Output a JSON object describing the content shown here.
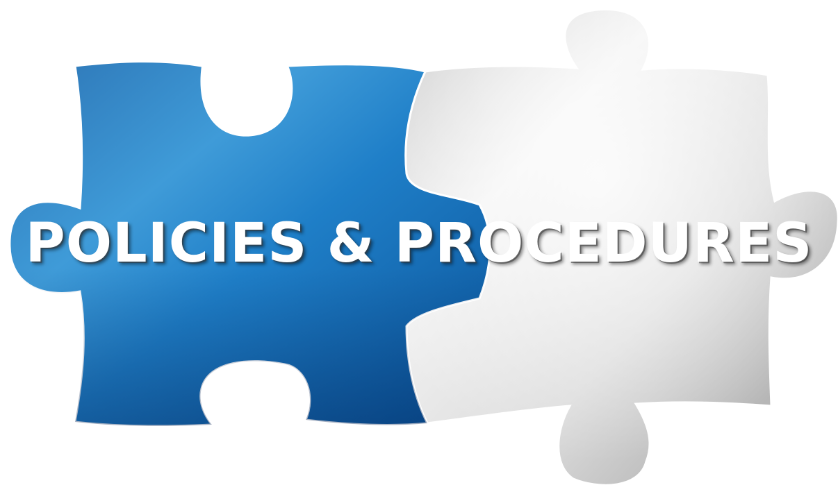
{
  "headline": "POLICIES & PROCEDURES",
  "colors": {
    "blue_piece": "#1a74be",
    "blue_piece_light": "#3e9ad6",
    "blue_piece_dark": "#0a4f8e",
    "gray_piece": "#d8d8d8",
    "gray_piece_light": "#f2f2f2",
    "gray_piece_dark": "#9c9c9c",
    "text": "#ffffff"
  },
  "pieces": [
    "blue-puzzle-piece",
    "gray-puzzle-piece"
  ]
}
